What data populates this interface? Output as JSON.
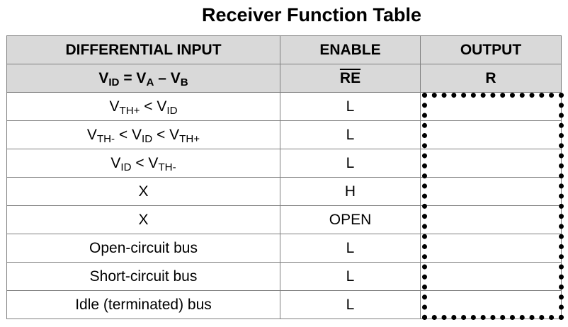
{
  "title": "Receiver Function Table",
  "header": {
    "differential_input": "DIFFERENTIAL INPUT",
    "enable": "ENABLE",
    "output": "OUTPUT"
  },
  "subheader": {
    "vid_v": "V",
    "vid_sub": "ID",
    "eq": " = ",
    "va_v": "V",
    "va_sub": "A",
    "minus": " – ",
    "vb_v": "V",
    "vb_sub": "B",
    "re": "RE",
    "r": "R"
  },
  "rows": [
    {
      "input_parts": [
        "V",
        "TH+",
        " < V",
        "ID",
        ""
      ],
      "enable": "L"
    },
    {
      "input_parts": [
        "V",
        "TH-",
        " < V",
        "ID",
        " < V",
        "TH+",
        ""
      ],
      "enable": "L"
    },
    {
      "input_parts": [
        "V",
        "ID",
        " < V",
        "TH-",
        ""
      ],
      "enable": "L"
    },
    {
      "input_text": "X",
      "enable": "H"
    },
    {
      "input_text": "X",
      "enable": "OPEN"
    },
    {
      "input_text": "Open-circuit bus",
      "enable": "L"
    },
    {
      "input_text": "Short-circuit bus",
      "enable": "L"
    },
    {
      "input_text": "Idle (terminated) bus",
      "enable": "L"
    }
  ],
  "output_values": [
    "",
    "",
    "",
    "",
    "",
    "",
    "",
    ""
  ]
}
